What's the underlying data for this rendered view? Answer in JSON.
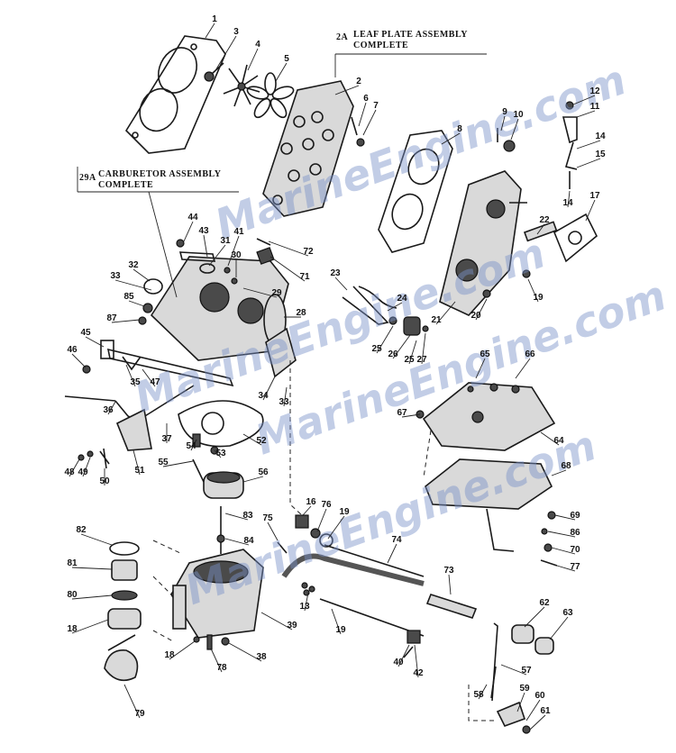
{
  "assemblies": [
    {
      "code": "2A",
      "line1": "LEAF PLATE ASSEMBLY",
      "line2": "COMPLETE"
    },
    {
      "code": "29A",
      "line1": "CARBURETOR ASSEMBLY",
      "line2": "COMPLETE"
    }
  ],
  "watermark": [
    "MarineEngine.com",
    "MarineEngine.com",
    "MarineEngine.com",
    "MarineEngine.com"
  ],
  "callouts": [
    "1",
    "3",
    "4",
    "5",
    "2",
    "6",
    "7",
    "8",
    "9",
    "10",
    "12",
    "11",
    "14",
    "15",
    "14",
    "17",
    "22",
    "19",
    "20",
    "21",
    "23",
    "24",
    "25",
    "26",
    "25",
    "27",
    "72",
    "71",
    "29",
    "28",
    "44",
    "43",
    "31",
    "41",
    "30",
    "32",
    "33",
    "85",
    "87",
    "45",
    "46",
    "35",
    "47",
    "36",
    "34",
    "33",
    "37",
    "54",
    "53",
    "52",
    "48",
    "49",
    "50",
    "51",
    "55",
    "56",
    "83",
    "84",
    "82",
    "81",
    "80",
    "18",
    "79",
    "18",
    "78",
    "38",
    "39",
    "13",
    "19",
    "40",
    "42",
    "62",
    "63",
    "57",
    "58",
    "59",
    "60",
    "61",
    "65",
    "66",
    "67",
    "64",
    "68",
    "69",
    "86",
    "70",
    "77",
    "16",
    "76",
    "19",
    "75",
    "74",
    "73"
  ]
}
